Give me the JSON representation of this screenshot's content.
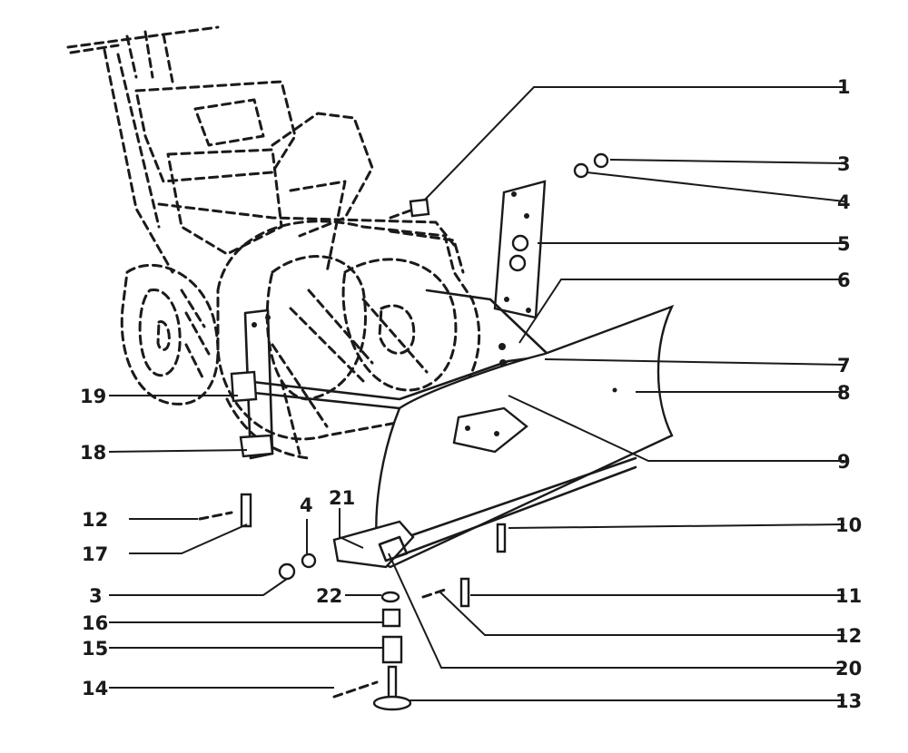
{
  "diagram": {
    "callouts": [
      {
        "number": "1"
      },
      {
        "number": "3"
      },
      {
        "number": "4"
      },
      {
        "number": "5"
      },
      {
        "number": "6"
      },
      {
        "number": "7"
      },
      {
        "number": "8"
      },
      {
        "number": "9"
      },
      {
        "number": "10"
      },
      {
        "number": "11"
      },
      {
        "number": "12"
      },
      {
        "number": "20"
      },
      {
        "number": "13"
      },
      {
        "number": "19"
      },
      {
        "number": "18"
      },
      {
        "number": "12"
      },
      {
        "number": "17"
      },
      {
        "number": "3"
      },
      {
        "number": "16"
      },
      {
        "number": "15"
      },
      {
        "number": "14"
      },
      {
        "number": "4"
      },
      {
        "number": "21"
      },
      {
        "number": "22"
      }
    ]
  }
}
